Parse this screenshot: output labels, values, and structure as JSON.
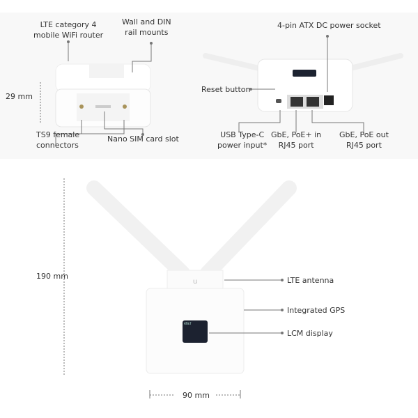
{
  "labels": {
    "router_type": [
      "LTE category 4",
      "mobile WiFi router"
    ],
    "mounts": [
      "Wall and DIN",
      "rail mounts"
    ],
    "height_small": "29 mm",
    "ts9": [
      "TS9 female",
      "connectors"
    ],
    "sim": "Nano SIM card slot",
    "atx": "4-pin ATX DC power socket",
    "reset": "Reset button",
    "usb": [
      "USB Type-C",
      "power input*"
    ],
    "poe_in": [
      "GbE, PoE+ in",
      "RJ45 port"
    ],
    "poe_out": [
      "GbE, PoE out",
      "RJ45 port"
    ],
    "height": "190 mm",
    "antenna": "LTE antenna",
    "gps": "Integrated GPS",
    "lcm": "LCM display",
    "width": "90 mm"
  },
  "lcd": {
    "carrier": "AT&T"
  }
}
